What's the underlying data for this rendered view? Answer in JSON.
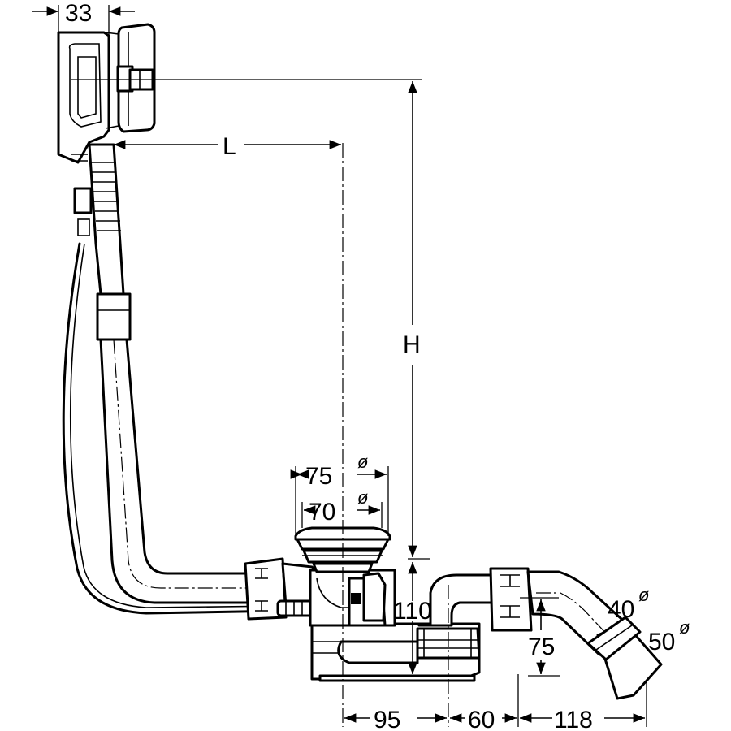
{
  "dimensions": {
    "overflow_width": "33",
    "length": "L",
    "height": "H",
    "plug_outer": "75",
    "plug_inner": "70",
    "diameter_mark": "ø",
    "trap_height": "110",
    "outlet_drop": "75",
    "pipe_inner": "40",
    "pipe_outer": "50",
    "spacing_trap": "95",
    "spacing_mid": "60",
    "spacing_outlet": "118"
  }
}
